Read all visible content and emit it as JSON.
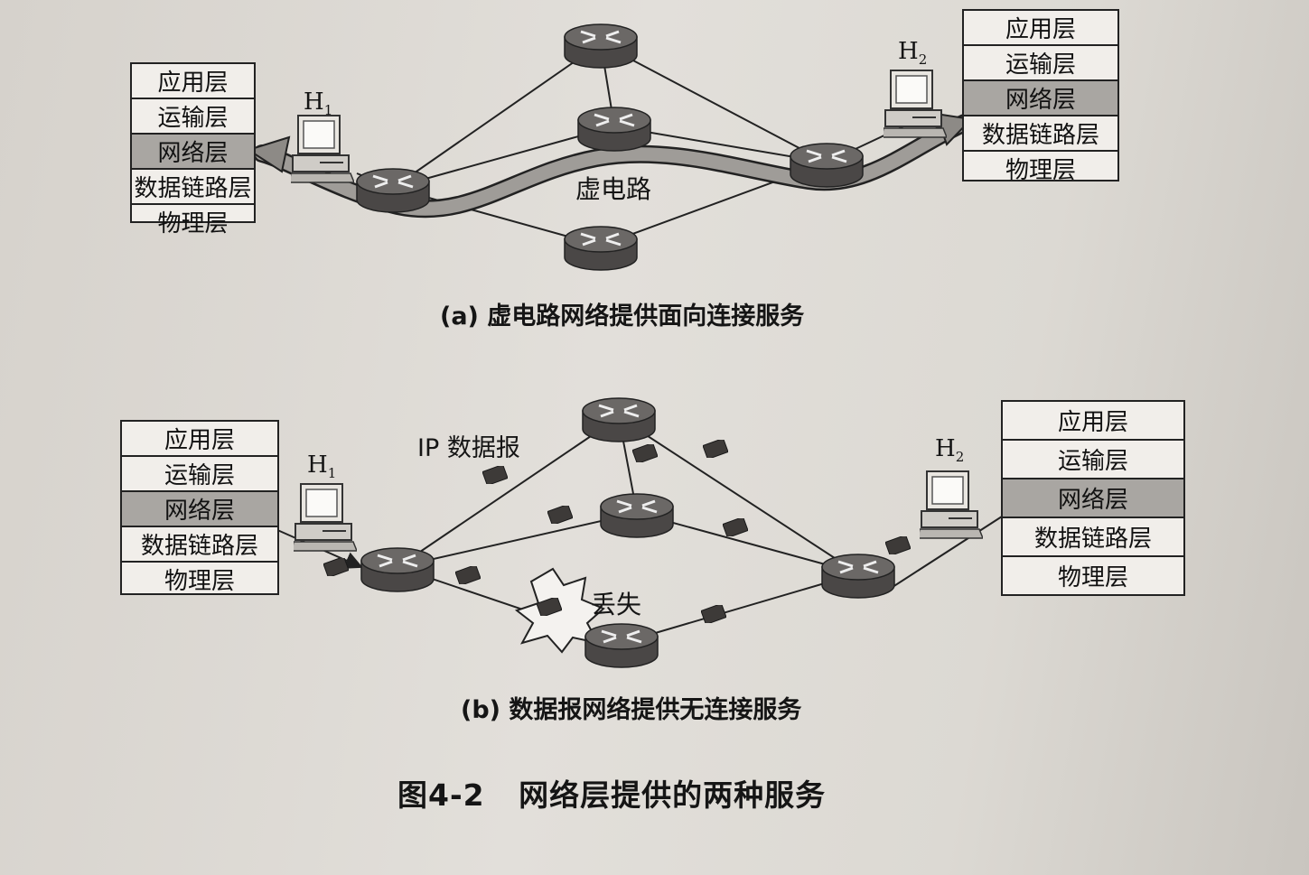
{
  "layer_names": [
    "应用层",
    "运输层",
    "网络层",
    "数据链路层",
    "物理层"
  ],
  "hosts": {
    "h1_label": "H",
    "h1_sub": "1",
    "h2_label": "H",
    "h2_sub": "2"
  },
  "diagram_a": {
    "virtual_circuit_label": "虚电路",
    "caption": "(a) 虚电路网络提供面向连接服务"
  },
  "diagram_b": {
    "ip_datagram_label": "IP 数据报",
    "lost_label": "丢失",
    "caption": "(b) 数据报网络提供无连接服务"
  },
  "figure_title": "图4-2   网络层提供的两种服务",
  "colors": {
    "router": "#555250",
    "network_layer": "#a9a6a2",
    "line": "#222222"
  }
}
